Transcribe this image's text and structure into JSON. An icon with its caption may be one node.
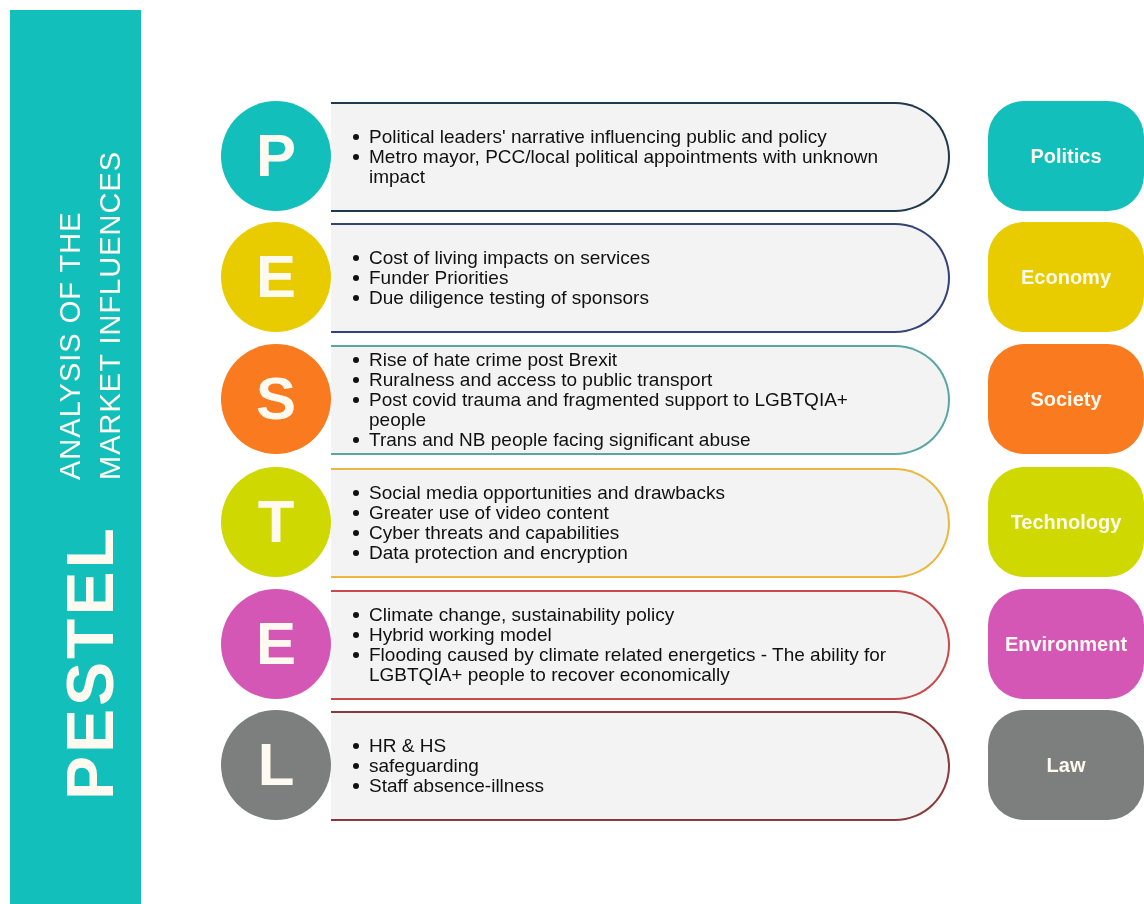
{
  "diagram": {
    "nodes": [
      {
        "text": [
          "ANALYSIS OF THE MARKET INFLUENCES",
          "PESTEL"
        ]
      },
      {
        "text": [
          "P"
        ]
      },
      {
        "text": [
          "Political leaders' narrative influencing public and policy",
          "Metro mayor, PCC/local political appointments with unknown impact"
        ]
      },
      {
        "text": [
          "Politics"
        ]
      },
      {
        "text": [
          "E"
        ]
      },
      {
        "text": [
          "Cost of living impacts on services",
          "Funder Priorities",
          "Due diligence testing of sponsors"
        ]
      },
      {
        "text": [
          "Economy"
        ]
      },
      {
        "text": [
          "S"
        ]
      },
      {
        "text": [
          "Rise of hate crime post Brexit",
          "Ruralness and access to public transport",
          "Post covid trauma and fragmented support to LGBTQIA+ people",
          "Trans and NB people facing significant abuse"
        ]
      },
      {
        "text": [
          "Society"
        ]
      },
      {
        "text": [
          "T"
        ]
      },
      {
        "text": [
          "Social media opportunities and drawbacks",
          "Greater use of video content",
          "Cyber threats and capabilities",
          "Data protection and encryption"
        ]
      },
      {
        "text": [
          "Technology"
        ]
      },
      {
        "text": [
          "E"
        ]
      },
      {
        "text": [
          "Climate change, sustainability policy",
          "Hybrid working model",
          "Flooding caused by climate related energetics - The ability for LGBTQIA+ people to recover economically"
        ]
      },
      {
        "text": [
          "Environment"
        ]
      },
      {
        "text": [
          "L"
        ]
      },
      {
        "text": [
          "HR & HS",
          "safeguarding",
          "Staff absence-illness"
        ]
      },
      {
        "text": [
          "Law"
        ]
      }
    ]
  }
}
